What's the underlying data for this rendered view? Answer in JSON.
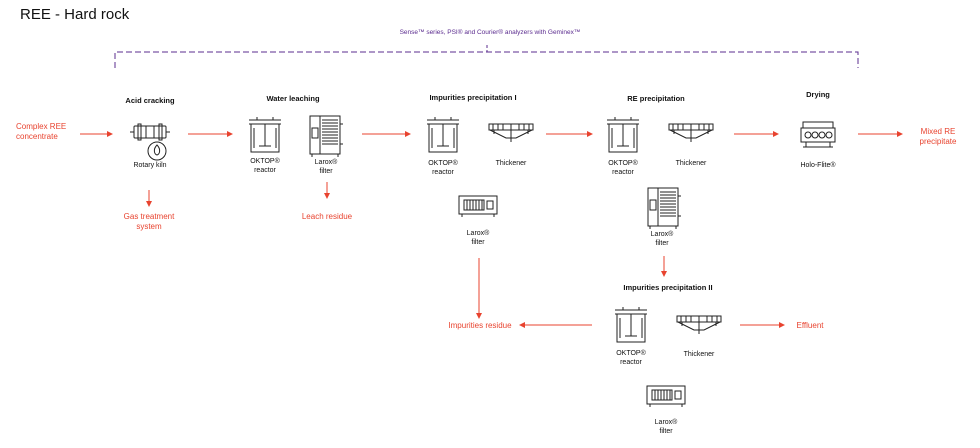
{
  "page_title": "REE - Hard rock",
  "analyzer_note": "Sense™ series, PSI® and Courier® analyzers with Geminex™",
  "colors": {
    "flow": "#e8432f",
    "bracket": "#5b2c8f",
    "equipment": "#222222"
  },
  "stage_headers": {
    "acid_cracking": "Acid cracking",
    "water_leaching": "Water leaching",
    "impurities_1": "Impurities precipitation I",
    "re_precipitation": "RE precipitation",
    "drying": "Drying",
    "impurities_2": "Impurities precipitation II"
  },
  "streams": {
    "feed": "Complex REE\nconcentrate",
    "product": "Mixed RE\nprecipitate",
    "gas": "Gas treatment\nsystem",
    "leach_residue": "Leach residue",
    "impurities_residue": "Impurities residue",
    "effluent": "Effluent"
  },
  "equipment": {
    "rotary_kiln": "Rotary kiln",
    "oktop_wl": "OKTOP®\nreactor",
    "larox_wl": "Larox®\nfilter",
    "oktop_ip1": "OKTOP®\nreactor",
    "thickener_ip1": "Thickener",
    "larox_ip1": "Larox®\nfilter",
    "oktop_re": "OKTOP®\nreactor",
    "thickener_re": "Thickener",
    "larox_re": "Larox®\nfilter",
    "holo_flite": "Holo-Flite®",
    "oktop_ip2": "OKTOP®\nreactor",
    "thickener_ip2": "Thickener",
    "larox_ip2": "Larox®\nfilter"
  }
}
